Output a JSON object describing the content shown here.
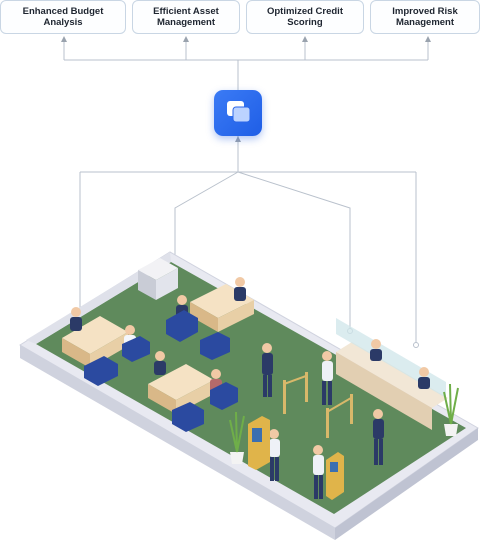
{
  "outcomes": [
    {
      "line1": "Enhanced Budget",
      "line2": "Analysis"
    },
    {
      "line1": "Efficient Asset",
      "line2": "Management"
    },
    {
      "line1": "Optimized Credit",
      "line2": "Scoring"
    },
    {
      "line1": "Improved Risk",
      "line2": "Management"
    }
  ],
  "hub": {
    "icon": "chat-bubbles-icon",
    "color": "#2563eb"
  },
  "scene": {
    "description_icon": "bank-office-illustration",
    "floor_color": "#5e8b5c",
    "base_color": "#e4e6f0"
  }
}
